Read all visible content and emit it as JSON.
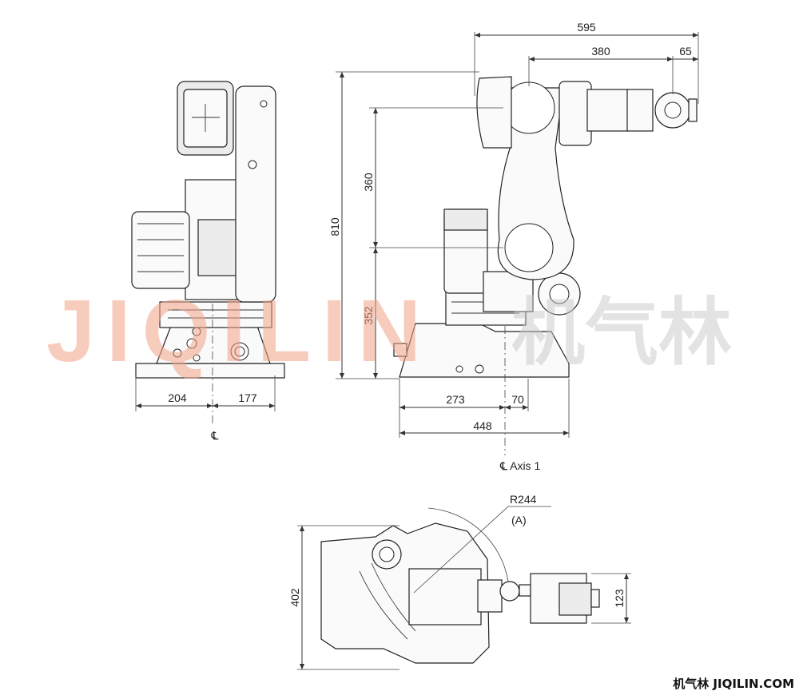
{
  "dimensions": {
    "front_left": "204",
    "front_right": "177",
    "centerline_front": "℄",
    "total_reach": "595",
    "upper_reach": "380",
    "wrist_offset": "65",
    "total_height": "810",
    "arm_length": "360",
    "base_height": "352",
    "base_front": "273",
    "base_back": "70",
    "base_depth": "448",
    "axis_label": "℄ Axis 1",
    "radius_label": "R244",
    "radius_note": "(A)",
    "top_width": "402",
    "tool_width": "123"
  },
  "watermark": {
    "latin": "JIQILIN",
    "cjk": "机气林"
  },
  "footer": {
    "brand": "机气林 JIQILIN.COM"
  },
  "colors": {
    "watermark_latin": "#f4a488",
    "watermark_cjk": "#c8c8c8",
    "line": "#222222"
  }
}
